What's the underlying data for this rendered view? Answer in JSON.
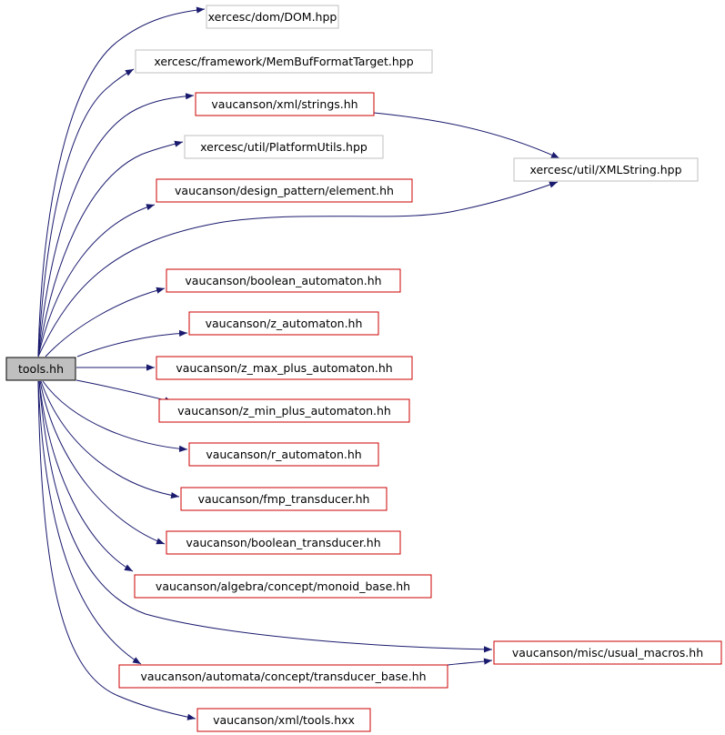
{
  "colors": {
    "root_fill": "#bfbfbf",
    "root_stroke": "#000000",
    "documented_stroke": "#cc0000",
    "external_stroke": "#bfbfbf",
    "edge": "#1a1a6e",
    "text": "#000000"
  },
  "nodes": [
    {
      "id": "root",
      "label": "tools.hh",
      "kind": "root"
    },
    {
      "id": "dom",
      "label": "xercesc/dom/DOM.hpp",
      "kind": "external"
    },
    {
      "id": "membuf",
      "label": "xercesc/framework/MemBufFormatTarget.hpp",
      "kind": "external"
    },
    {
      "id": "strings",
      "label": "vaucanson/xml/strings.hh",
      "kind": "documented"
    },
    {
      "id": "platform",
      "label": "xercesc/util/PlatformUtils.hpp",
      "kind": "external"
    },
    {
      "id": "element",
      "label": "vaucanson/design_pattern/element.hh",
      "kind": "documented"
    },
    {
      "id": "xmlstring",
      "label": "xercesc/util/XMLString.hpp",
      "kind": "external"
    },
    {
      "id": "bool_aut",
      "label": "vaucanson/boolean_automaton.hh",
      "kind": "documented"
    },
    {
      "id": "z_aut",
      "label": "vaucanson/z_automaton.hh",
      "kind": "documented"
    },
    {
      "id": "zmax",
      "label": "vaucanson/z_max_plus_automaton.hh",
      "kind": "documented"
    },
    {
      "id": "zmin",
      "label": "vaucanson/z_min_plus_automaton.hh",
      "kind": "documented"
    },
    {
      "id": "r_aut",
      "label": "vaucanson/r_automaton.hh",
      "kind": "documented"
    },
    {
      "id": "fmp",
      "label": "vaucanson/fmp_transducer.hh",
      "kind": "documented"
    },
    {
      "id": "bool_tr",
      "label": "vaucanson/boolean_transducer.hh",
      "kind": "documented"
    },
    {
      "id": "monoid",
      "label": "vaucanson/algebra/concept/monoid_base.hh",
      "kind": "documented"
    },
    {
      "id": "macros",
      "label": "vaucanson/misc/usual_macros.hh",
      "kind": "documented"
    },
    {
      "id": "trbase",
      "label": "vaucanson/automata/concept/transducer_base.hh",
      "kind": "documented"
    },
    {
      "id": "toolshxx",
      "label": "vaucanson/xml/tools.hxx",
      "kind": "documented"
    }
  ],
  "edges": [
    {
      "from": "root",
      "to": "dom"
    },
    {
      "from": "root",
      "to": "membuf"
    },
    {
      "from": "root",
      "to": "strings"
    },
    {
      "from": "root",
      "to": "platform"
    },
    {
      "from": "root",
      "to": "element"
    },
    {
      "from": "root",
      "to": "xmlstring"
    },
    {
      "from": "root",
      "to": "bool_aut"
    },
    {
      "from": "root",
      "to": "z_aut"
    },
    {
      "from": "root",
      "to": "zmax"
    },
    {
      "from": "root",
      "to": "zmin"
    },
    {
      "from": "root",
      "to": "r_aut"
    },
    {
      "from": "root",
      "to": "fmp"
    },
    {
      "from": "root",
      "to": "bool_tr"
    },
    {
      "from": "root",
      "to": "monoid"
    },
    {
      "from": "root",
      "to": "macros"
    },
    {
      "from": "root",
      "to": "trbase"
    },
    {
      "from": "root",
      "to": "toolshxx"
    },
    {
      "from": "strings",
      "to": "xmlstring"
    },
    {
      "from": "trbase",
      "to": "macros"
    }
  ]
}
